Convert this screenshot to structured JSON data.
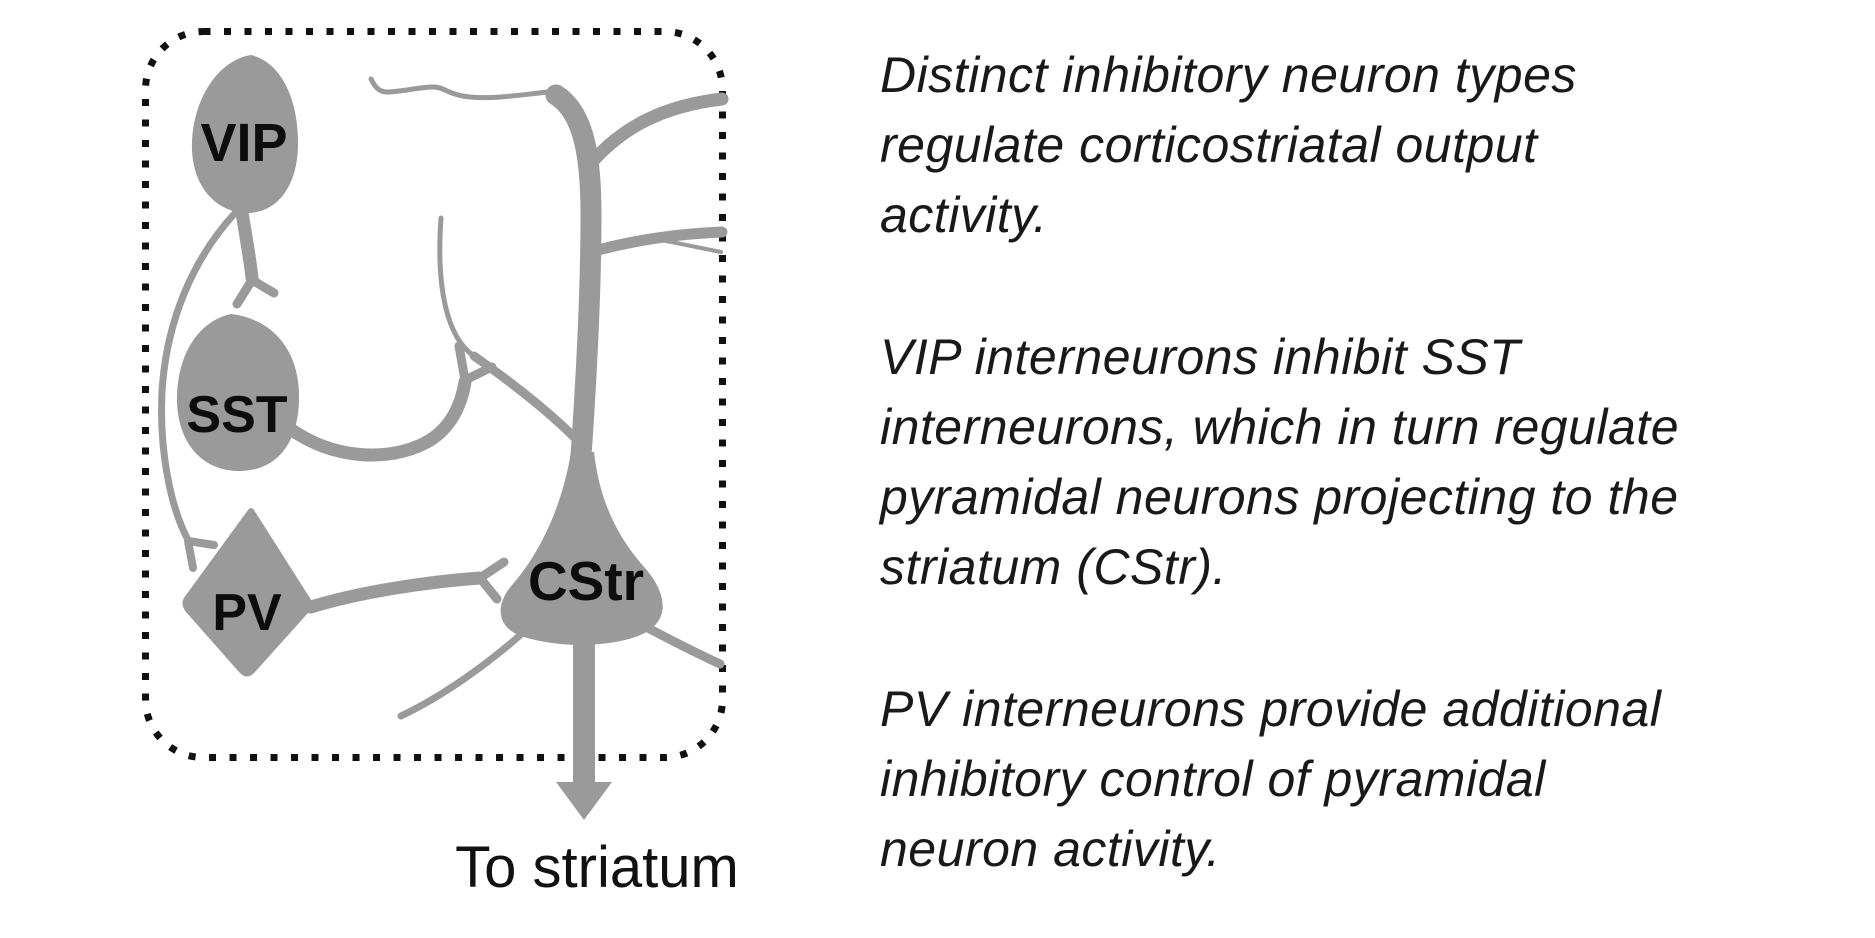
{
  "diagram": {
    "labels": {
      "vip": "VIP",
      "sst": "SST",
      "pv": "PV",
      "cstr": "CStr"
    },
    "output_label": "To striatum",
    "colors": {
      "neuron_gray": "#9a9a9a",
      "border_black": "#111111",
      "label_black": "#0d0d0d"
    }
  },
  "caption": {
    "paragraph1": "Distinct inhibitory neuron types\nregulate corticostriatal output\nactivity.",
    "paragraph2": "VIP interneurons inhibit SST\ninterneurons, which in turn regulate\npyramidal neurons projecting to the\nstriatum (CStr).",
    "paragraph3": "PV interneurons provide additional\ninhibitory control of pyramidal\nneuron activity."
  }
}
